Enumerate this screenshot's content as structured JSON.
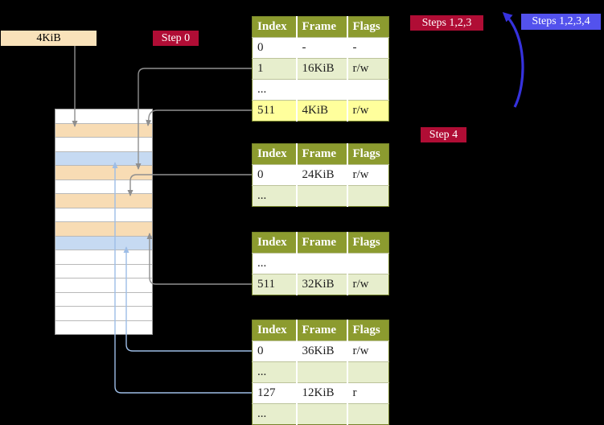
{
  "diagram": {
    "physical_memory_label": "4KiB",
    "badges": {
      "step0": {
        "text": "Step 0",
        "color": "#b00d35"
      },
      "steps123": {
        "text": "Steps 1,2,3",
        "color": "#b00d35"
      },
      "steps1234": {
        "text": "Steps 1,2,3,4",
        "color": "#5352ed"
      },
      "step4": {
        "text": "Step 4",
        "color": "#b00d35"
      }
    }
  },
  "palette": {
    "background": "#000000",
    "table_header_olive": "#8c9b2f",
    "table_row_green": "#e7eecd",
    "highlight_yellow": "#ffff9c",
    "badge_red": "#b00d35",
    "badge_blue": "#5352ed",
    "memory_peach": "#f8dcb4",
    "memory_blue": "#c6daf2",
    "label_wheat": "#f9e2ba",
    "connector_gray": "#8f8f8f",
    "connector_light_blue": "#9dbde6",
    "recursive_arrow_blue": "#3632dd"
  },
  "memory_strip": {
    "rows": [
      {
        "kind": "white"
      },
      {
        "kind": "peach"
      },
      {
        "kind": "white"
      },
      {
        "kind": "blue"
      },
      {
        "kind": "peach"
      },
      {
        "kind": "white"
      },
      {
        "kind": "peach"
      },
      {
        "kind": "white"
      },
      {
        "kind": "peach"
      },
      {
        "kind": "blue"
      },
      {
        "kind": "white"
      },
      {
        "kind": "white"
      },
      {
        "kind": "white"
      },
      {
        "kind": "white"
      },
      {
        "kind": "white"
      },
      {
        "kind": "white"
      }
    ]
  },
  "tables": [
    {
      "name": "level-4-table",
      "headers": [
        "Index",
        "Frame",
        "Flags"
      ],
      "rows": [
        {
          "cells": [
            "0",
            "-",
            "-"
          ]
        },
        {
          "cells": [
            "1",
            "16KiB",
            "r/w"
          ]
        },
        {
          "cells": [
            "...",
            "",
            ""
          ]
        },
        {
          "cells": [
            "511",
            "4KiB",
            "r/w"
          ]
        }
      ]
    },
    {
      "name": "level-3-table",
      "headers": [
        "Index",
        "Frame",
        "Flags"
      ],
      "rows": [
        {
          "cells": [
            "0",
            "24KiB",
            "r/w"
          ]
        },
        {
          "cells": [
            "...",
            "",
            ""
          ]
        }
      ]
    },
    {
      "name": "level-2-table",
      "headers": [
        "Index",
        "Frame",
        "Flags"
      ],
      "rows": [
        {
          "cells": [
            "...",
            "",
            ""
          ]
        },
        {
          "cells": [
            "511",
            "32KiB",
            "r/w"
          ]
        }
      ]
    },
    {
      "name": "level-1-table",
      "headers": [
        "Index",
        "Frame",
        "Flags"
      ],
      "rows": [
        {
          "cells": [
            "0",
            "36KiB",
            "r/w"
          ]
        },
        {
          "cells": [
            "...",
            "",
            ""
          ]
        },
        {
          "cells": [
            "127",
            "12KiB",
            "r"
          ]
        },
        {
          "cells": [
            "...",
            "",
            ""
          ]
        }
      ]
    }
  ]
}
